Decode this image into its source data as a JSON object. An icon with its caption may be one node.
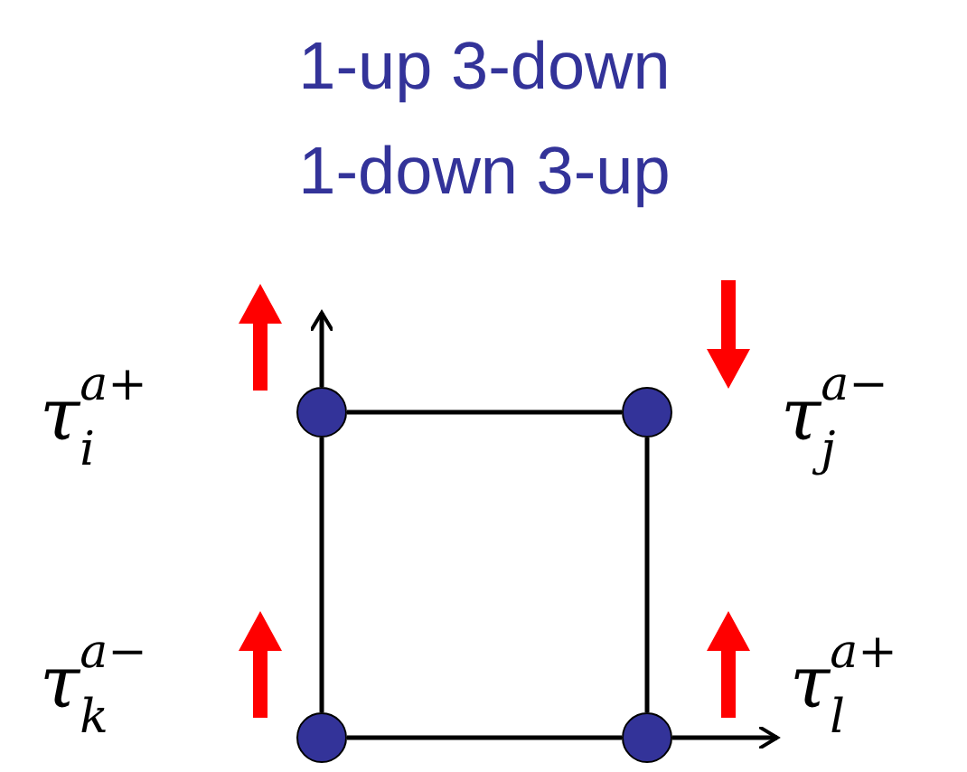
{
  "diagram": {
    "title": "1-up 3-down 1-down 3-up",
    "nodes": [
      {
        "text": [],
        "shape": "circle",
        "beside": [
          "τ$_{i}$$^{a+}$"
        ]
      },
      {
        "text": [],
        "shape": "circle",
        "beside": [
          "τ$_{j}$$^{a−}$"
        ]
      },
      {
        "text": [],
        "shape": "circle",
        "beside": [
          "τ$_{k}$$^{a−}$"
        ]
      },
      {
        "text": [],
        "shape": "circle",
        "beside": [
          "τ$_{l}$$^{a+}$"
        ]
      }
    ],
    "edges": [
      {
        "from": 0,
        "to": 1,
        "arrow": "none"
      },
      {
        "from": 1,
        "to": 3,
        "arrow": "none"
      },
      {
        "from": 2,
        "to": 3,
        "arrow": "none"
      },
      {
        "from": 2,
        "to": 0,
        "arrow": "none"
      }
    ]
  }
}
